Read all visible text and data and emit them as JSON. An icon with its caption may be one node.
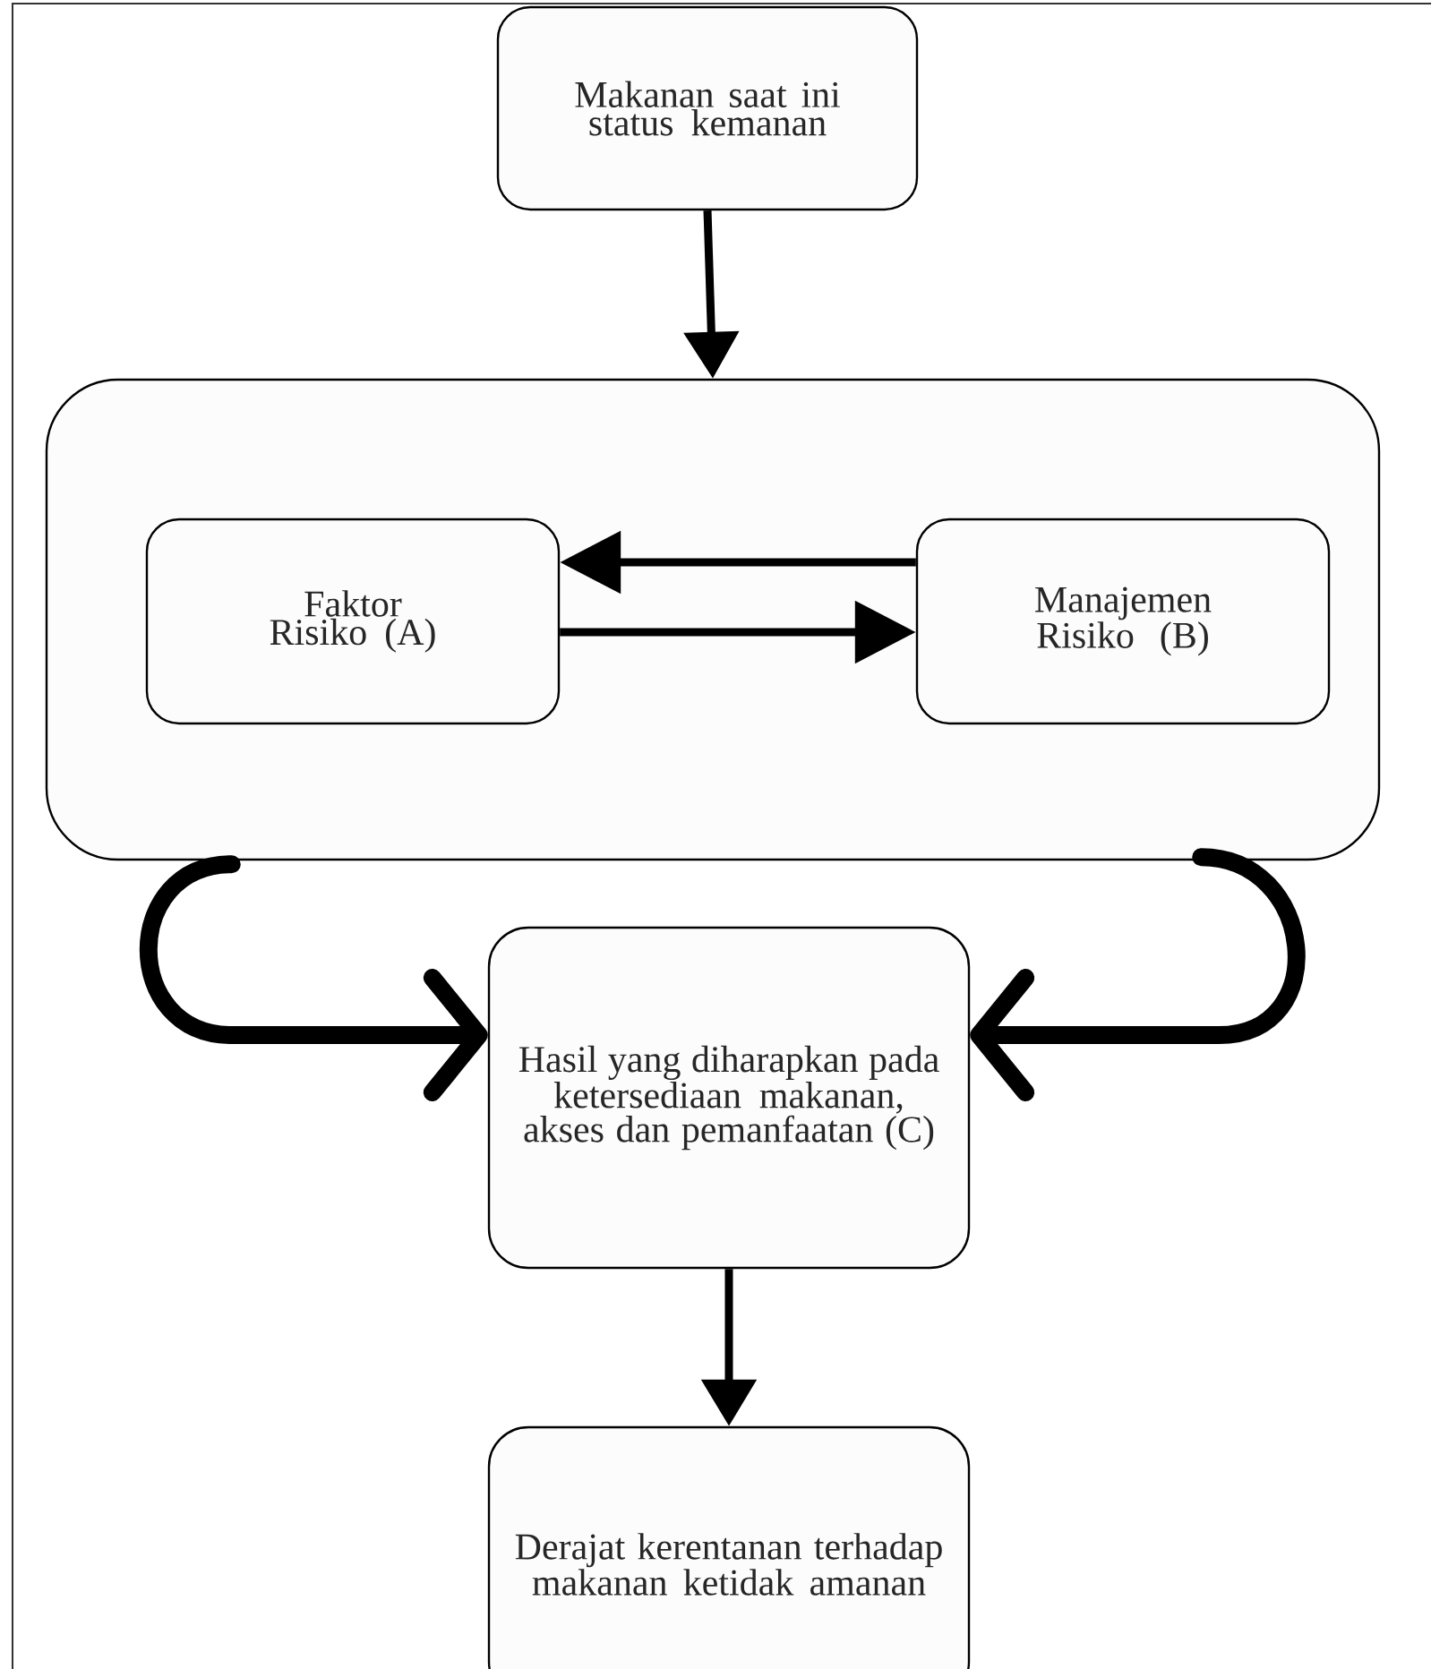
{
  "diagram": {
    "nodes": [
      {
        "text": [
          "Makanan saat ini status kemanan"
        ]
      },
      {
        "text": [],
        "shape": "box"
      },
      {
        "text": [
          "Faktor Risiko (A)"
        ],
        "in": 1
      },
      {
        "text": [
          "Manajemen Risiko (B)"
        ],
        "in": 1
      },
      {
        "text": [
          "Hasil yang diharapkan pada ketersediaan makanan, akses dan pemanfaatan (C)"
        ]
      },
      {
        "text": [
          "Derajat kerentanan terhadap makanan ketidak amanan"
        ]
      }
    ],
    "edges": [
      {
        "from": 0,
        "to": 1,
        "arrow": "to"
      },
      {
        "from": 3,
        "to": 2,
        "arrow": "to"
      },
      {
        "from": 2,
        "to": 3,
        "arrow": "to"
      },
      {
        "from": 1,
        "to": 4,
        "arrow": "to",
        "style": "thick"
      },
      {
        "from": 1,
        "to": 4,
        "arrow": "to",
        "style": "thick"
      },
      {
        "from": 4,
        "to": 5,
        "arrow": "to"
      }
    ]
  }
}
